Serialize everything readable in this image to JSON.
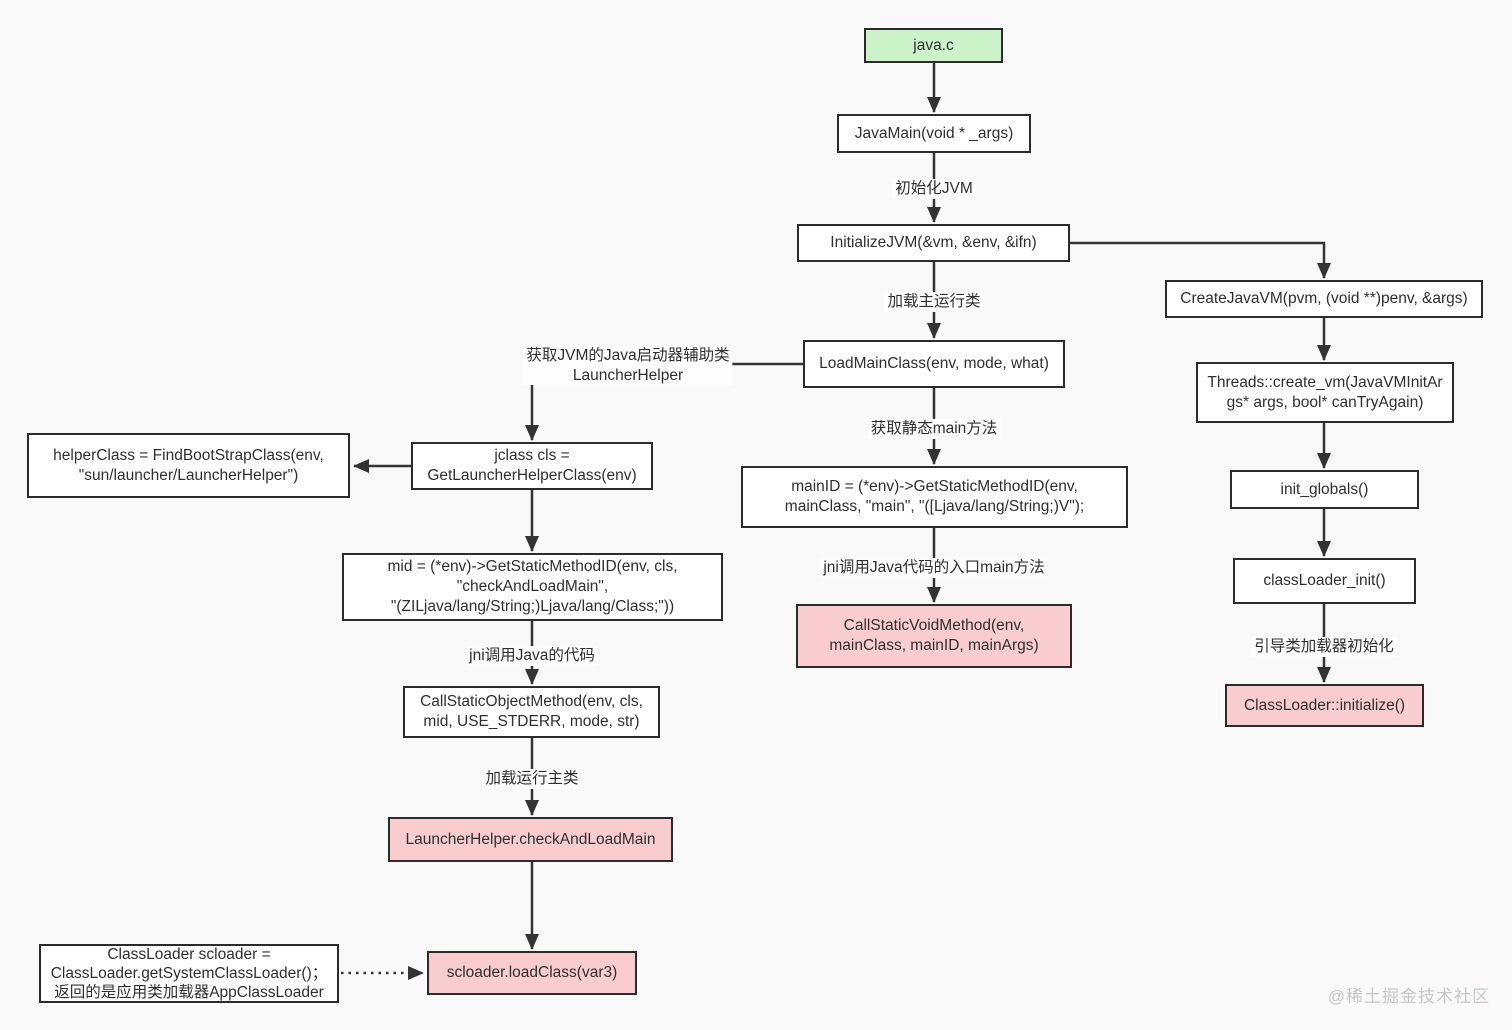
{
  "colors": {
    "start_fill": "#ccf2c9",
    "highlight_fill": "#f9cccf",
    "box_fill": "#ffffff",
    "line": "#333333"
  },
  "nodes": {
    "java_c": {
      "label": "java.c"
    },
    "java_main": {
      "label": "JavaMain(void * _args)"
    },
    "initialize_jvm": {
      "label": "InitializeJVM(&vm, &env, &ifn)"
    },
    "load_main_class": {
      "label": "LoadMainClass(env, mode, what)"
    },
    "main_id": {
      "lines": [
        "mainID = (*env)->GetStaticMethodID(env,",
        "mainClass, \"main\", \"([Ljava/lang/String;)V\");"
      ]
    },
    "call_static_void_method": {
      "lines": [
        "CallStaticVoidMethod(env,",
        "mainClass, mainID, mainArgs)"
      ]
    },
    "create_java_vm": {
      "label": "CreateJavaVM(pvm, (void **)penv, &args)"
    },
    "threads_create_vm": {
      "lines": [
        "Threads::create_vm(JavaVMInitAr",
        "gs* args, bool* canTryAgain)"
      ]
    },
    "init_globals": {
      "label": "init_globals()"
    },
    "class_loader_init": {
      "label": "classLoader_init()"
    },
    "class_loader_initialize": {
      "label": "ClassLoader::initialize()"
    },
    "helper_class": {
      "lines": [
        "helperClass = FindBootStrapClass(env,",
        "\"sun/launcher/LauncherHelper\")"
      ]
    },
    "jclass_cls": {
      "lines": [
        "jclass cls =",
        "GetLauncherHelperClass(env)"
      ]
    },
    "get_static_method_id": {
      "lines": [
        "mid = (*env)->GetStaticMethodID(env, cls,",
        "\"checkAndLoadMain\",",
        "\"(ZILjava/lang/String;)Ljava/lang/Class;\"))"
      ]
    },
    "call_static_object_method": {
      "lines": [
        "CallStaticObjectMethod(env, cls,",
        "mid, USE_STDERR, mode, str)"
      ]
    },
    "check_and_load_main": {
      "label": "LauncherHelper.checkAndLoadMain"
    },
    "scloader_def": {
      "lines": [
        "ClassLoader scloader =",
        "ClassLoader.getSystemClassLoader()；",
        "返回的是应用类加载器AppClassLoader"
      ]
    },
    "scloader_load_class": {
      "label": "scloader.loadClass(var3)"
    }
  },
  "edge_labels": {
    "init_jvm": "初始化JVM",
    "load_main_run_class": "加载主运行类",
    "get_launcher_helper": {
      "lines": [
        "获取JVM的Java启动器辅助类",
        "LauncherHelper"
      ]
    },
    "get_static_main": "获取静态main方法",
    "jni_call_main": "jni调用Java代码的入口main方法",
    "jni_call_java": "jni调用Java的代码",
    "load_run_main_class": "加载运行主类",
    "bootstrap_loader_init": "引导类加载器初始化"
  },
  "watermark": "@稀土掘金技术社区"
}
